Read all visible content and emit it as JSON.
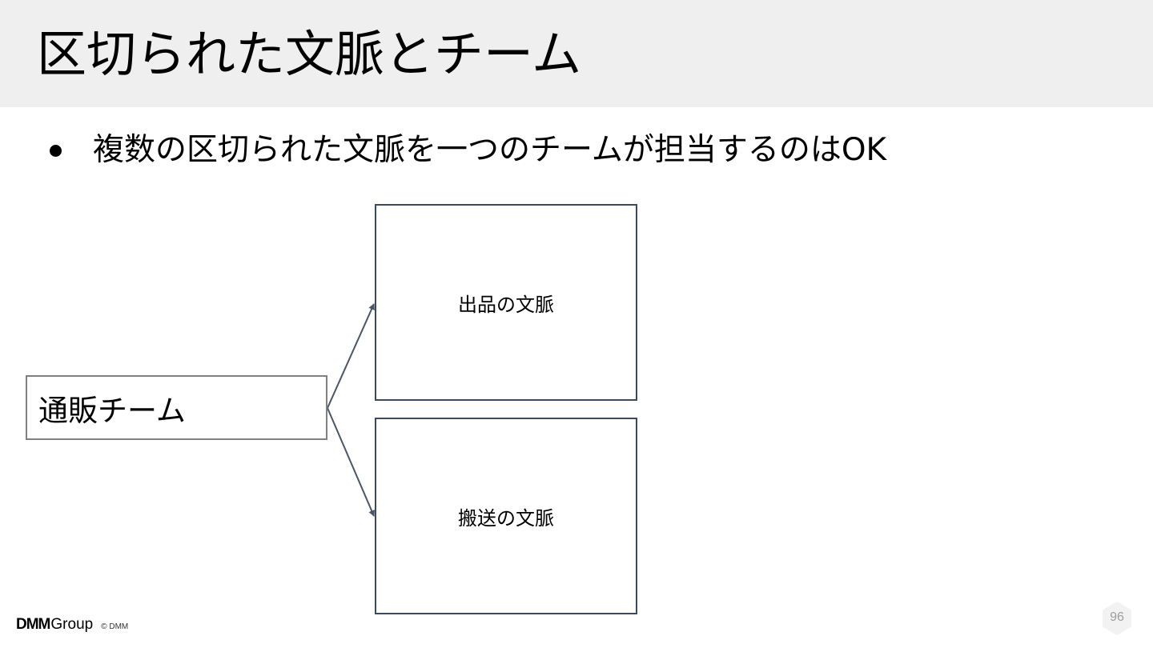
{
  "slide": {
    "title": "区切られた文脈とチーム",
    "bullets": [
      "複数の区切られた文脈を一つのチームが担当するのはOK"
    ]
  },
  "diagram": {
    "team": "通販チーム",
    "contexts": [
      "出品の文脈",
      "搬送の文脈"
    ]
  },
  "footer": {
    "logo_mark": "DMM",
    "logo_group": "Group",
    "copyright": "© DMM",
    "page_number": "96"
  },
  "colors": {
    "title_band": "#efefef",
    "box_border": "#3b4a5f",
    "team_box_border": "#808080",
    "arrow": "#4a5568",
    "page_badge": "#f2f2f2"
  }
}
